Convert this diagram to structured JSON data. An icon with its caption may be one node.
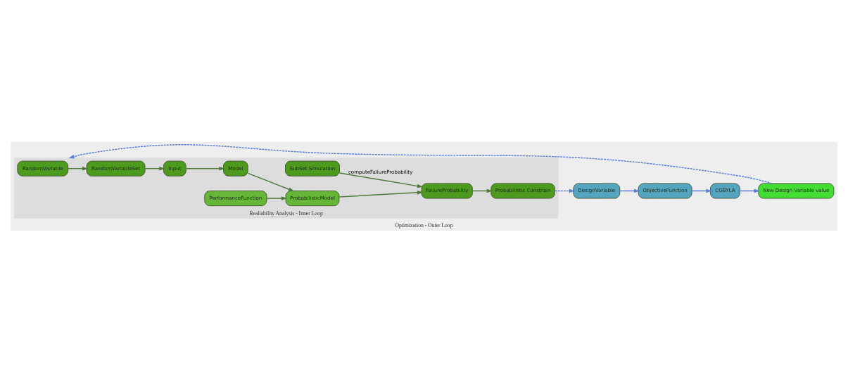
{
  "diagram": {
    "nodes": [
      {
        "text": [
          "Optimization - Outer Loop"
        ]
      },
      {
        "text": [
          "Realiability Analysis - Inner Loop"
        ],
        "in": 0
      },
      {
        "text": [
          "RandomVariable"
        ],
        "in": 1
      },
      {
        "text": [
          "RandomVariableSet"
        ],
        "in": 1
      },
      {
        "text": [
          "Input"
        ],
        "in": 1
      },
      {
        "text": [
          "Model"
        ],
        "in": 1
      },
      {
        "text": [
          "SubSet Simulation"
        ],
        "in": 1
      },
      {
        "text": [
          "ProbabilisticModel"
        ],
        "in": 1
      },
      {
        "text": [
          "PerformanceFunction"
        ],
        "in": 1
      },
      {
        "text": [
          "FailureProbability"
        ],
        "in": 1
      },
      {
        "text": [
          "Probabilistic Constrain"
        ],
        "in": 1
      },
      {
        "text": [
          "New Design Variable value"
        ],
        "in": 0
      },
      {
        "text": [
          "COBYLA"
        ],
        "in": 0
      },
      {
        "text": [
          "ObjectiveFunction"
        ],
        "in": 0
      },
      {
        "text": [
          "DesignVariable"
        ],
        "in": 0
      }
    ],
    "edges": [
      {
        "from": 2,
        "to": 3,
        "arrow": "to"
      },
      {
        "from": 3,
        "to": 4,
        "arrow": "to"
      },
      {
        "from": 4,
        "to": 5,
        "arrow": "to"
      },
      {
        "from": 5,
        "to": 7,
        "arrow": "to"
      },
      {
        "from": 8,
        "to": 7,
        "arrow": "to"
      },
      {
        "from": 7,
        "to": 9,
        "arrow": "to"
      },
      {
        "from": 6,
        "to": 9,
        "arrow": "to",
        "label": "computeFailureProbability"
      },
      {
        "from": 9,
        "to": 10,
        "arrow": "to"
      },
      {
        "from": 10,
        "to": 14,
        "arrow": "to",
        "style": "dashed",
        "color": "#5b7fd4"
      },
      {
        "from": 14,
        "to": 13,
        "arrow": "to",
        "color": "#5b7fd4"
      },
      {
        "from": 13,
        "to": 12,
        "arrow": "to",
        "color": "#5b7fd4"
      },
      {
        "from": 12,
        "to": 11,
        "arrow": "to",
        "color": "#5b7fd4"
      },
      {
        "from": 11,
        "to": 1,
        "arrow": "to",
        "style": "dashed",
        "color": "#5b7fd4"
      }
    ]
  }
}
